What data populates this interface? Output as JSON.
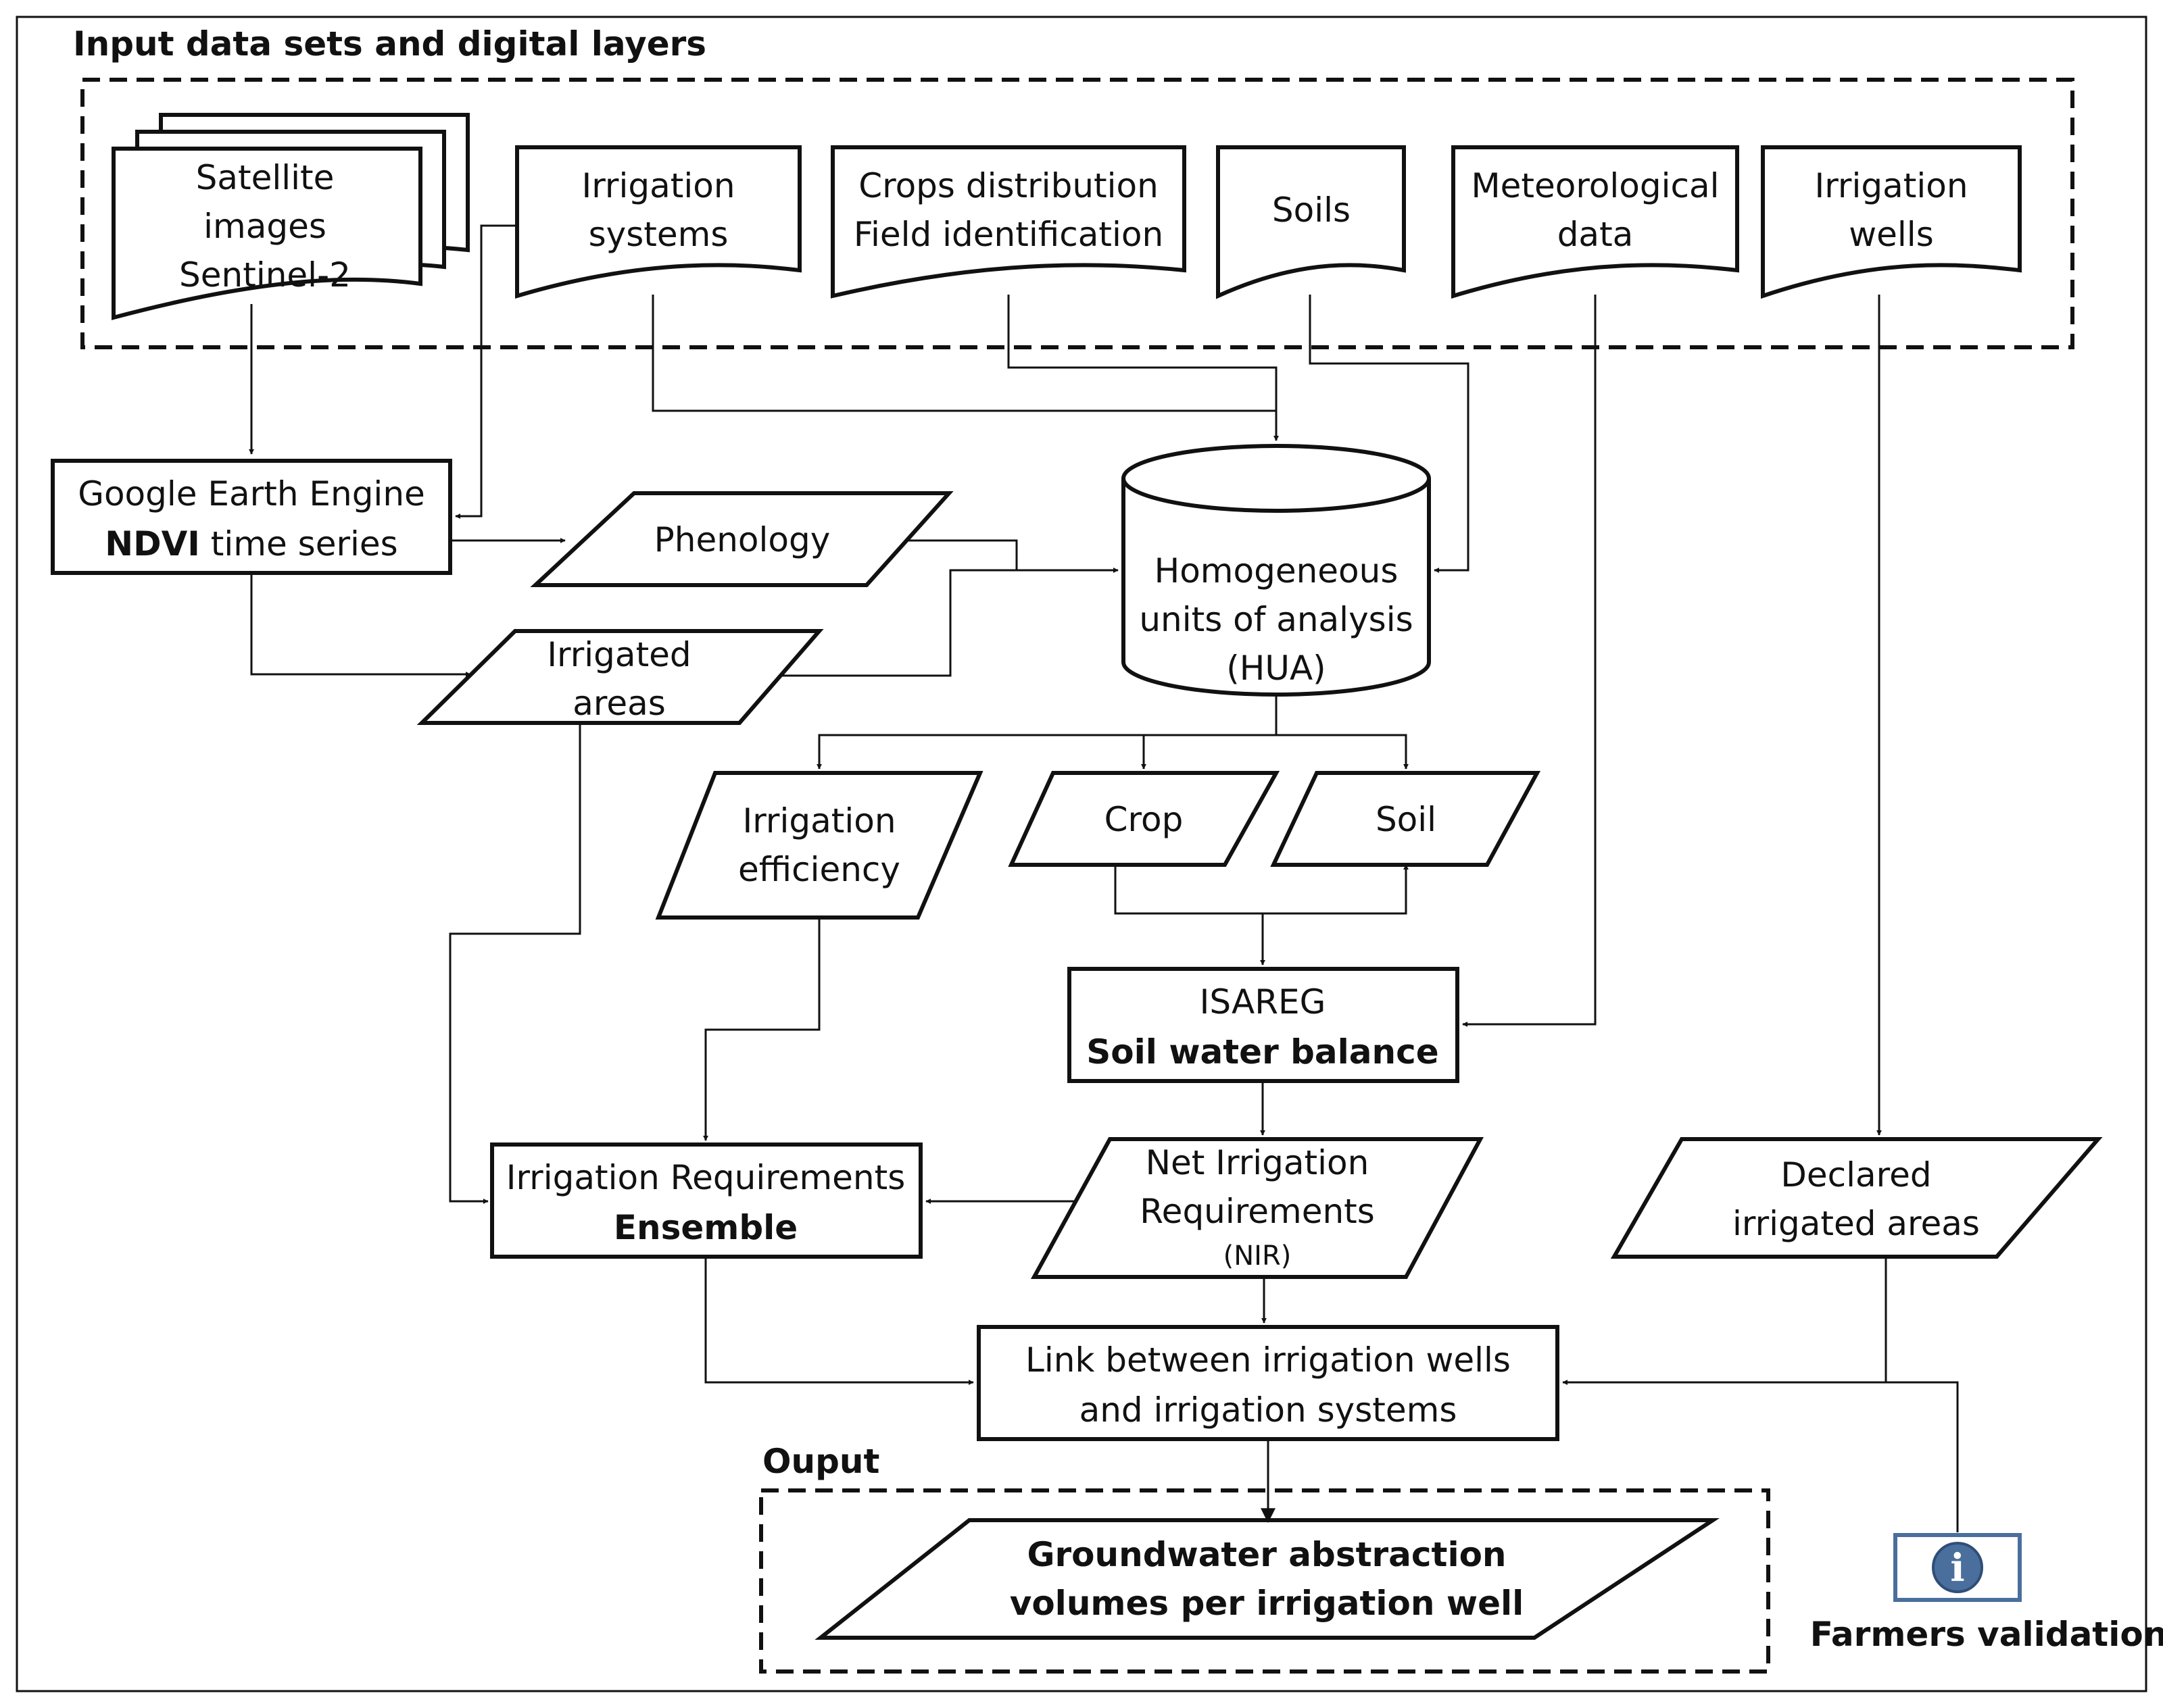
{
  "sections": {
    "input": "Input data sets and digital layers",
    "output": "Ouput"
  },
  "inputs": {
    "satellite": [
      "Satellite",
      "images",
      "Sentinel-2"
    ],
    "irrigation_systems": [
      "Irrigation",
      "systems"
    ],
    "crops": [
      "Crops distribution",
      "Field identification"
    ],
    "soils": [
      "Soils"
    ],
    "meteo": [
      "Meteorological",
      "data"
    ],
    "wells": [
      "Irrigation",
      "wells"
    ]
  },
  "process": {
    "gee_line1": "Google  Earth Engine",
    "gee_bold": "NDVI",
    "gee_rest": " time series",
    "isareg_line1": "ISAREG",
    "isareg_line2": "Soil water balance",
    "ir_line1": "Irrigation Requirements",
    "ir_line2": "Ensemble",
    "link_line1": "Link between irrigation wells",
    "link_line2": "and irrigation systems"
  },
  "database": {
    "hua": [
      "Homogeneous",
      "units of analysis",
      "(HUA)"
    ]
  },
  "data_items": {
    "phenology": "Phenology",
    "irrigated_areas": [
      "Irrigated",
      "areas"
    ],
    "irrigation_efficiency": [
      "Irrigation",
      "efficiency"
    ],
    "crop": "Crop",
    "soil": "Soil",
    "nir": [
      "Net Irrigation",
      "Requirements",
      "(NIR)"
    ],
    "declared": [
      "Declared",
      "irrigated areas"
    ]
  },
  "output": {
    "groundwater": [
      "Groundwater abstraction",
      "volumes per irrigation well"
    ]
  },
  "validation": {
    "icon": "info-icon",
    "label": "Farmers validation"
  },
  "colors": {
    "output_fill": "#d9d9d9",
    "info_icon_blue": "#4a6f9c"
  }
}
